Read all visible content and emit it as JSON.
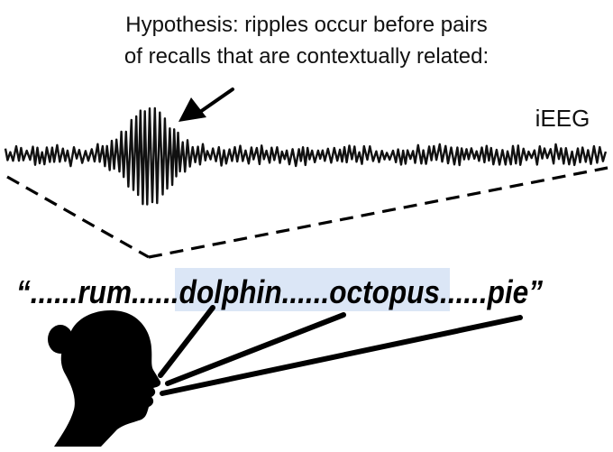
{
  "hypothesis": {
    "line1": "Hypothesis: ripples occur before pairs",
    "line2": "of recalls that are contextually related:"
  },
  "signal_label": "iEEG",
  "speech": {
    "open_quote": "“",
    "dots_1": "......",
    "word_1": "rum",
    "dots_2": "......",
    "word_2": "dolphin",
    "dots_3": "......",
    "word_3": "octopus",
    "dots_4": "......",
    "word_4": "pie",
    "close_quote": "”"
  },
  "colors": {
    "highlight": "#dbe6f6",
    "ink": "#000000"
  },
  "icons": {
    "pointer": "arrow-icon",
    "speaker": "head-silhouette-icon"
  }
}
